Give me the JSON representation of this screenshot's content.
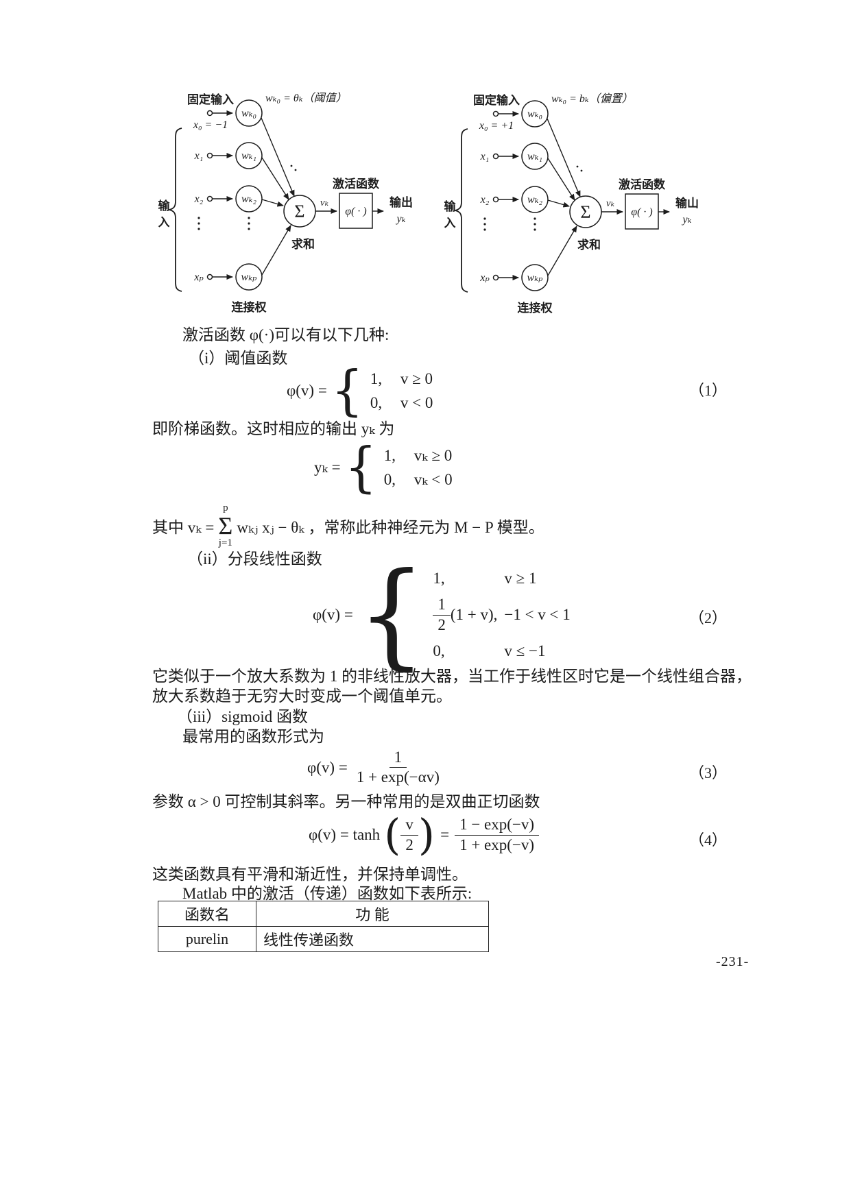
{
  "page": {
    "number": "-231-",
    "background": "#ffffff",
    "text_color": "#1c1c1c"
  },
  "diagrams": {
    "left": {
      "fixed_input": "固定输入",
      "weight_eq": "wₖ₀ = θₖ（阈值）",
      "x0": "x₀ = −1",
      "x1": "x₁",
      "x2": "x₂",
      "xp": "xₚ",
      "w0": "wₖ₀",
      "w1": "wₖ₁",
      "w2": "wₖ₂",
      "wp": "wₖₚ",
      "input_label_chars": [
        "输",
        "入"
      ],
      "sum_symbol": "Σ",
      "sum_label": "求和",
      "vk": "vₖ",
      "activation": "激活函数",
      "phi": "φ( · )",
      "output": "输出",
      "yk": "yₖ",
      "weights": "连接权"
    },
    "right": {
      "fixed_input": "固定输入",
      "weight_eq": "wₖ₀ = bₖ（偏置）",
      "x0": "x₀ = +1",
      "x1": "x₁",
      "x2": "x₂",
      "xp": "xₚ",
      "w0": "wₖ₀",
      "w1": "wₖ₁",
      "w2": "wₖ₂",
      "wp": "wₖₚ",
      "input_label_chars": [
        "输",
        "入"
      ],
      "sum_symbol": "Σ",
      "sum_label": "求和",
      "vk": "vₖ",
      "activation": "激活函数",
      "phi": "φ( · )",
      "output": "输山",
      "yk": "yₖ",
      "weights": "连接权"
    }
  },
  "content": {
    "intro": "激活函数 φ(·)可以有以下几种:",
    "item_i": "（i）阈值函数",
    "after_eq1": "即阶梯函数。这时相应的输出 yₖ 为",
    "item_ii": "（ii）分段线性函数",
    "after_eq2_line1": "它类似于一个放大系数为 1 的非线性放大器，当工作于线性区时它是一个线性组合器，",
    "after_eq2_line2": "放大系数趋于无穷大时变成一个阈值单元。",
    "item_iii": "（iii）sigmoid 函数",
    "before_eq3": "最常用的函数形式为",
    "after_eq3": "参数 α > 0 可控制其斜率。另一种常用的是双曲正切函数",
    "after_eq4": "这类函数具有平滑和渐近性，并保持单调性。",
    "table_intro": "Matlab 中的激活（传递）函数如下表所示:"
  },
  "where_line": {
    "prefix": "其中 vₖ =",
    "sum_top": "p",
    "sum_symbol": "Σ",
    "sum_bottom": "j=1",
    "suffix": "wₖⱼ xⱼ − θₖ ，常称此种神经元为 M − P 模型。"
  },
  "equations": {
    "eq1": {
      "lhs": "φ(v) =",
      "rows": [
        {
          "val": "1,",
          "cond": "v ≥ 0"
        },
        {
          "val": "0,",
          "cond": "v < 0"
        }
      ],
      "number": "（1）"
    },
    "eq_yk": {
      "lhs": "yₖ =",
      "rows": [
        {
          "val": "1,",
          "cond": "vₖ ≥ 0"
        },
        {
          "val": "0,",
          "cond": "vₖ < 0"
        }
      ]
    },
    "eq2": {
      "lhs": "φ(v) =",
      "row1": {
        "val": "1,",
        "cond": "v ≥ 1"
      },
      "row2": {
        "num": "1",
        "den": "2",
        "rest": "(1 + v),",
        "cond": "−1 < v < 1"
      },
      "row3": {
        "val": "0,",
        "cond": "v ≤ −1"
      },
      "number": "（2）"
    },
    "eq3": {
      "lhs": "φ(v) =",
      "num": "1",
      "den": "1 + exp(−αv)",
      "number": "（3）"
    },
    "eq4": {
      "lhs": "φ(v) = tanh",
      "paren_num": "v",
      "paren_den": "2",
      "equals2": "=",
      "num": "1 − exp(−v)",
      "den": "1 + exp(−v)",
      "number": "（4）"
    }
  },
  "table": {
    "headers": [
      "函数名",
      "功    能"
    ],
    "rows": [
      [
        "purelin",
        "线性传递函数"
      ]
    ]
  }
}
